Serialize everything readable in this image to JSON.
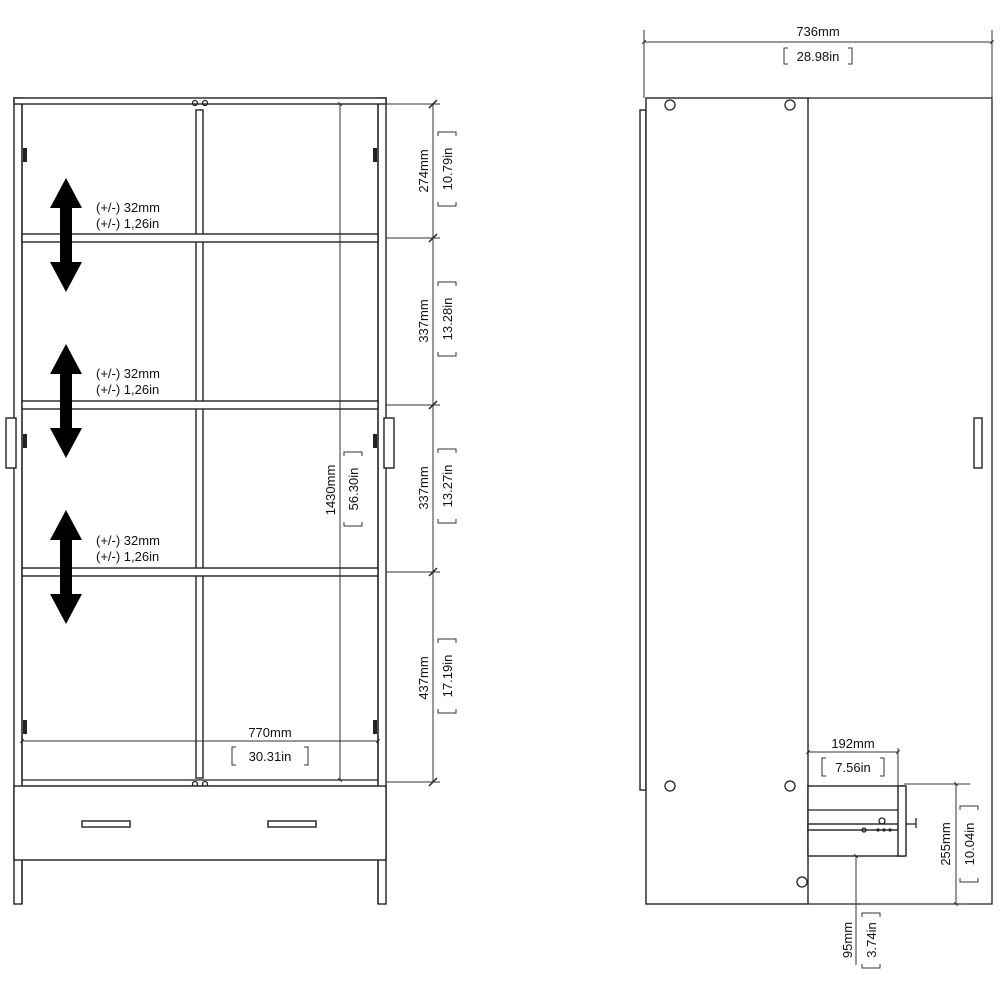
{
  "front_view": {
    "adjust_notes": [
      {
        "mm": "(+/-) 32mm",
        "in": "(+/-) 1,26in"
      },
      {
        "mm": "(+/-) 32mm",
        "in": "(+/-) 1,26in"
      },
      {
        "mm": "(+/-) 32mm",
        "in": "(+/-) 1,26in"
      }
    ],
    "shelf_dims": [
      {
        "mm": "274mm",
        "in": "10.79in"
      },
      {
        "mm": "337mm",
        "in": "13.28in"
      },
      {
        "mm": "337mm",
        "in": "13.27in"
      },
      {
        "mm": "437mm",
        "in": "17.19in"
      }
    ],
    "inner_height": {
      "mm": "1430mm",
      "in": "56.30in"
    },
    "inner_width": {
      "mm": "770mm",
      "in": "30.31in"
    }
  },
  "side_view": {
    "depth": {
      "mm": "736mm",
      "in": "28.98in"
    },
    "drawer_depth": {
      "mm": "192mm",
      "in": "7.56in"
    },
    "drawer_height": {
      "mm": "255mm",
      "in": "10.04in"
    },
    "plinth_height": {
      "mm": "95mm",
      "in": "3.74in"
    }
  },
  "colors": {
    "line": "#222222",
    "arrow": "#000000",
    "background": "#ffffff"
  }
}
